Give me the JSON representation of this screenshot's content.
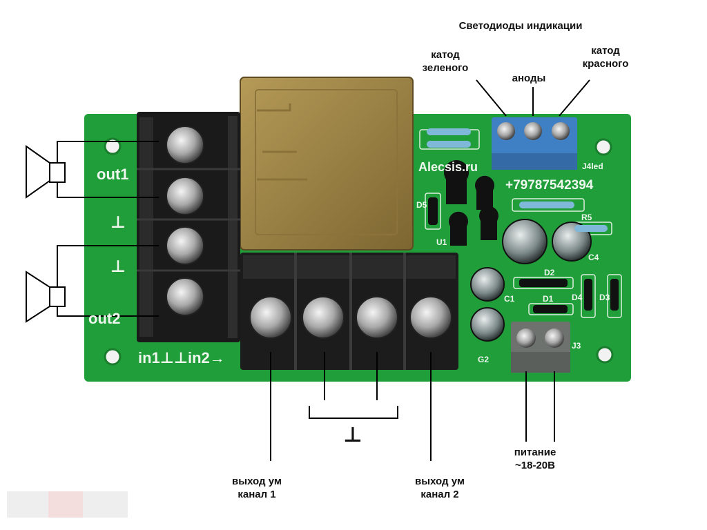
{
  "board": {
    "brand": "Alecsis.ru",
    "phone": "+79787542394",
    "connector_label": "J4led",
    "silk": {
      "out1": "out1",
      "out2": "out2",
      "ground1": "⊥",
      "ground2": "⊥",
      "inputs": "in1⊥⊥in2→",
      "j3": "J3",
      "d1": "D1",
      "d2": "D2",
      "d3": "D3",
      "d4": "D4",
      "d5": "D5",
      "r5": "R5",
      "c1": "C1",
      "c4": "C4",
      "g2": "G2",
      "u1": "U1"
    }
  },
  "captions": {
    "leds_title": "Светодиоды индикации",
    "cathode_green_1": "катод",
    "cathode_green_2": "зеленого",
    "anodes": "аноды",
    "cathode_red_1": "катод",
    "cathode_red_2": "красного",
    "amp_out_ch1_1": "выход ум",
    "amp_out_ch1_2": "канал 1",
    "amp_out_ch2_1": "выход ум",
    "amp_out_ch2_2": "канал 2",
    "ground_symbol": "⊥",
    "power_1": "питание",
    "power_2": "~18-20В"
  },
  "colors": {
    "pcb": "#1f9e3a",
    "relay": "#9a7f42",
    "terminal_black": "#1a1a1a",
    "terminal_blue": "#3f7fc4",
    "terminal_gray": "#6e726e"
  }
}
